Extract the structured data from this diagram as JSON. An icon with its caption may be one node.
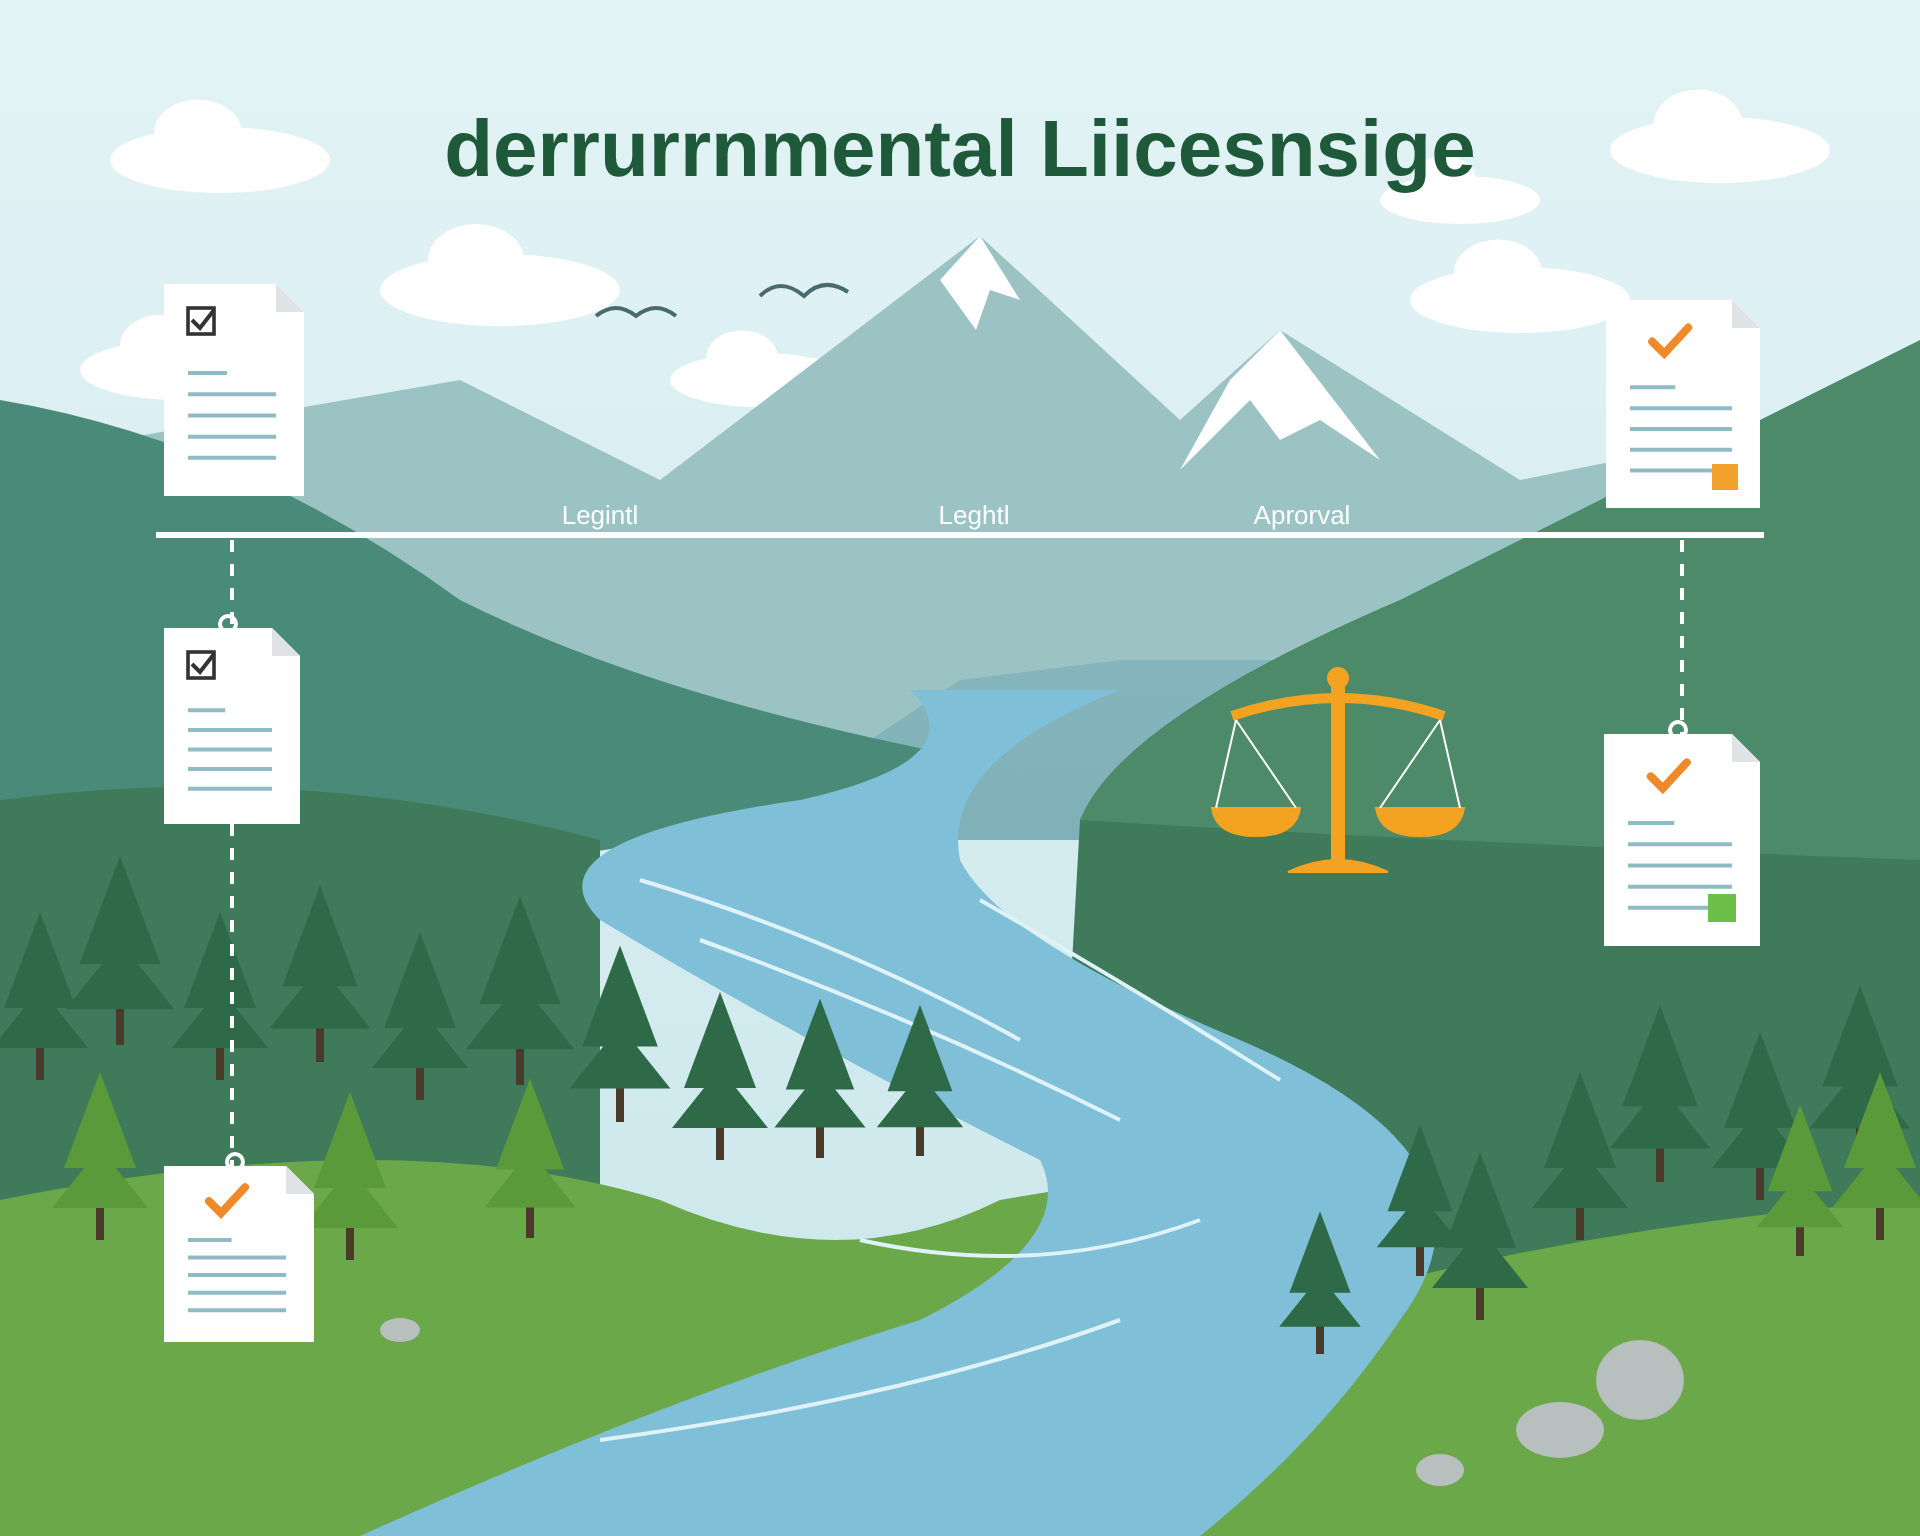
{
  "diagram": {
    "title": "derrurrnmental Liicesnsige",
    "nodes": [
      {
        "text": [],
        "shape": "document"
      },
      {
        "text": [],
        "shape": "document"
      },
      {
        "text": [],
        "shape": "document"
      },
      {
        "text": [],
        "shape": "document"
      },
      {
        "text": [],
        "shape": "document"
      },
      {
        "text": [],
        "shape": "bar"
      }
    ],
    "edges": [
      {
        "from": 5,
        "to": 1,
        "arrow": "none",
        "style": "dashed"
      },
      {
        "from": 1,
        "to": 2,
        "arrow": "none",
        "style": "dashed"
      },
      {
        "from": 5,
        "to": 4,
        "arrow": "none",
        "style": "dashed"
      }
    ],
    "labels": [
      "Legintl",
      "Leghtl",
      "Aprorval"
    ]
  }
}
